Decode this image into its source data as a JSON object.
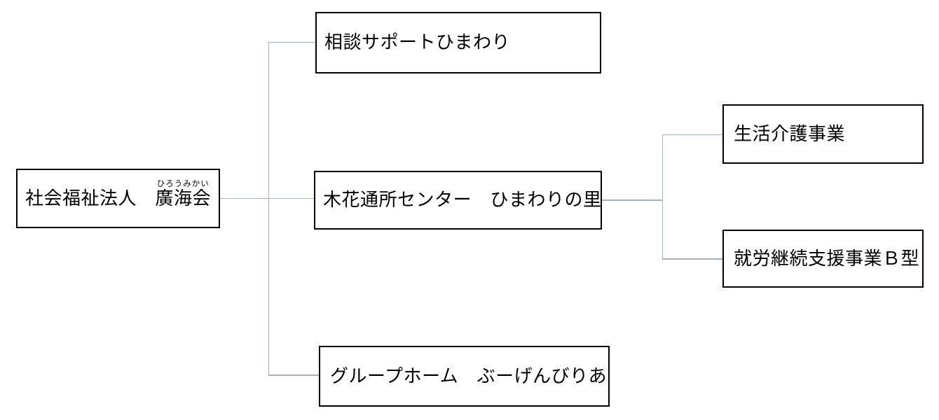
{
  "org_chart": {
    "root": {
      "prefix": "社会福祉法人　",
      "name": "廣海会",
      "furigana": "ひろうみかい"
    },
    "branches": [
      {
        "label": "相談サポートひまわり"
      },
      {
        "label": "木花通所センター　ひまわりの里",
        "children": [
          {
            "label": "生活介護事業"
          },
          {
            "label": "就労継続支援事業Ｂ型"
          }
        ]
      },
      {
        "label": "グループホーム　ぶーげんびりあ"
      }
    ],
    "colors": {
      "connector": "#a3b1c6",
      "box_border": "#000000",
      "box_background": "#ffffff",
      "text": "#000000",
      "page_background": "#ffffff"
    }
  }
}
